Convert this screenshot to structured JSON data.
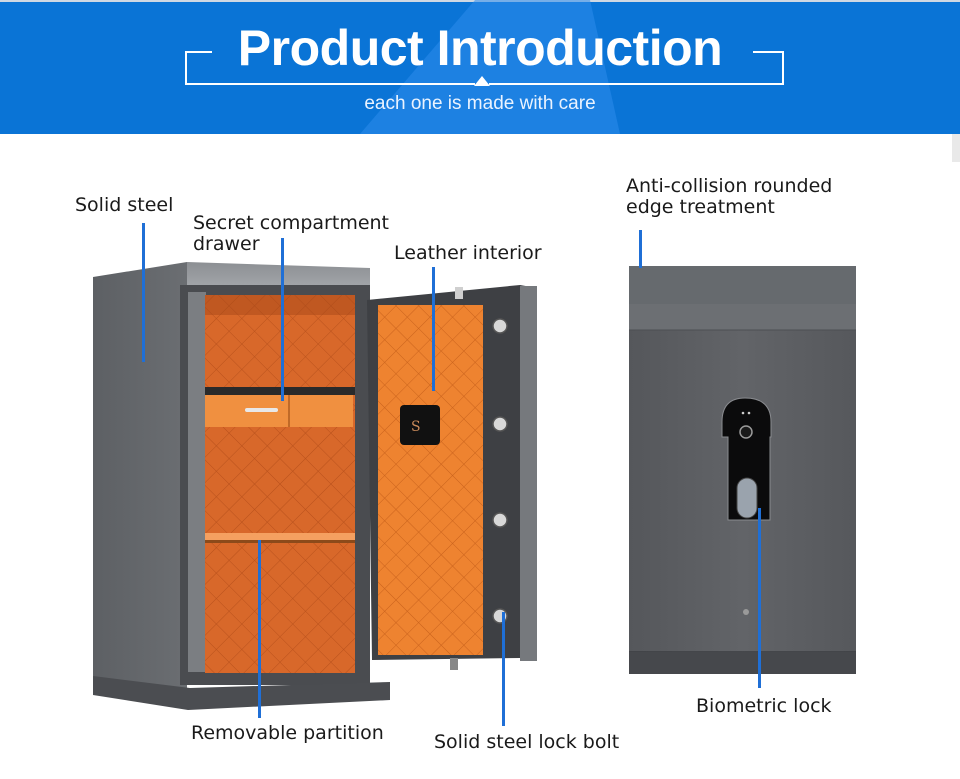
{
  "banner": {
    "title": "Product Introduction",
    "subtitle": "each one is made with care",
    "background_color": "#0a74d6"
  },
  "callouts": {
    "solid_steel": "Solid steel",
    "secret_drawer_line1": "Secret compartment",
    "secret_drawer_line2": "drawer",
    "leather_interior": "Leather interior",
    "anti_collision_line1": "Anti-collision rounded",
    "anti_collision_line2": "edge treatment",
    "removable_partition": "Removable partition",
    "lock_bolt": "Solid steel lock bolt",
    "biometric_lock": "Biometric lock",
    "leader_color": "#1f6fd6"
  },
  "products": {
    "open_safe": {
      "interior_color": "#e8782a",
      "body_color": "#55575b"
    },
    "closed_safe": {
      "body_color": "#5a5b5f"
    },
    "door_badge_text": "S"
  }
}
